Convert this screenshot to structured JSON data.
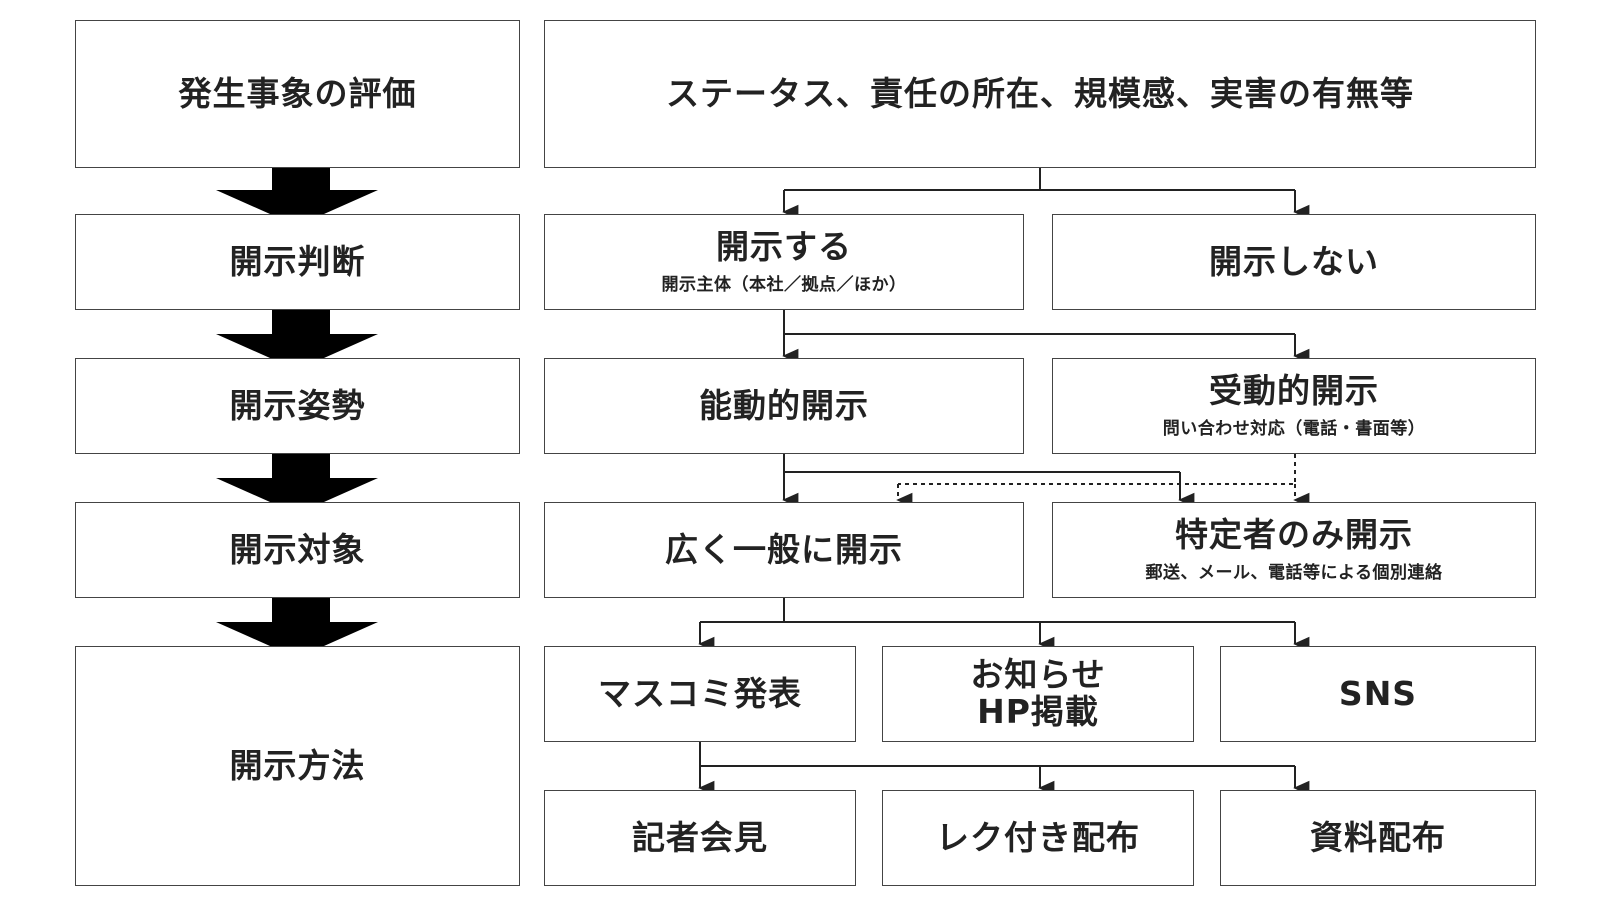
{
  "stages": [
    "発生事象の評価",
    "開示判断",
    "開示姿勢",
    "開示対象",
    "開示方法"
  ],
  "evaluation": "ステータス、責任の所在、規模感、実害の有無等",
  "judgment": {
    "disclose": {
      "title": "開示する",
      "sub": "開示主体（本社／拠点／ほか）"
    },
    "not_disclose": {
      "title": "開示しない"
    }
  },
  "stance": {
    "proactive": {
      "title": "能動的開示"
    },
    "reactive": {
      "title": "受動的開示",
      "sub": "問い合わせ対応（電話・書面等）"
    }
  },
  "target": {
    "general": {
      "title": "広く一般に開示"
    },
    "specific": {
      "title": "特定者のみ開示",
      "sub": "郵送、メール、電話等による個別連絡"
    }
  },
  "methods": {
    "press_release": "マスコミ発表",
    "hp_notice_line1": "お知らせ",
    "hp_notice_line2": "HP掲載",
    "sns": "SNS",
    "press_conference": "記者会見",
    "lecture_distribution": "レク付き配布",
    "material_distribution": "資料配布"
  },
  "colors": {
    "border": "#444444",
    "arrow": "#000000",
    "line": "#222222"
  }
}
